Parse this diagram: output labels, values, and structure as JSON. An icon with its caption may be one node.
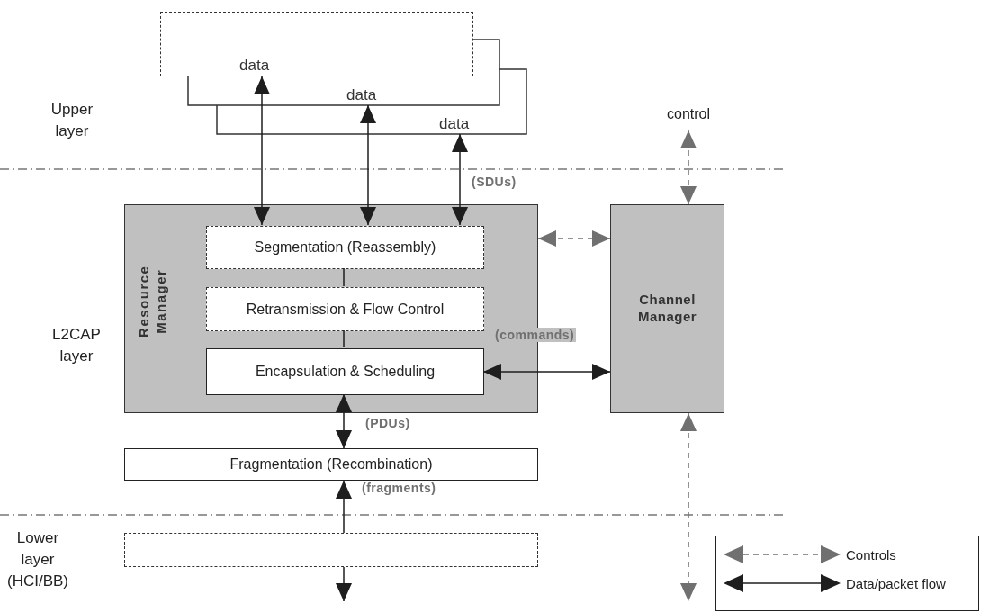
{
  "diagram": {
    "nodes": [
      {
        "text": [
          "data"
        ]
      },
      {
        "text": [
          "data"
        ]
      },
      {
        "text": [
          "data"
        ]
      },
      {
        "text": [
          "control"
        ]
      },
      {
        "text": [
          "Resource Manager"
        ]
      },
      {
        "text": [
          "Segmentation (Reassembly)"
        ],
        "in": 4
      },
      {
        "text": [
          "Retransmission & Flow Control"
        ],
        "in": 4
      },
      {
        "text": [
          "Encapsulation & Scheduling"
        ],
        "in": 4
      },
      {
        "text": [
          "Channel Manager"
        ]
      },
      {
        "text": [
          "Fragmentation (Recombination)"
        ]
      },
      {
        "text": [],
        "shape": "box"
      }
    ],
    "edges": [
      {
        "from": 0,
        "to": 5,
        "arrow": "both"
      },
      {
        "from": 1,
        "to": 5,
        "arrow": "both"
      },
      {
        "from": 2,
        "to": 5,
        "arrow": "both",
        "label": "(SDUs)"
      },
      {
        "from": 3,
        "to": 8,
        "arrow": "both",
        "style": "dashed",
        "color": "#707070"
      },
      {
        "from": 4,
        "to": 8,
        "arrow": "both",
        "style": "dashed",
        "color": "#707070"
      },
      {
        "from": 5,
        "to": 6,
        "arrow": "none"
      },
      {
        "from": 6,
        "to": 7,
        "arrow": "none"
      },
      {
        "from": 7,
        "to": 8,
        "arrow": "both",
        "label": "(commands)"
      },
      {
        "from": 7,
        "to": 9,
        "arrow": "both",
        "label": "(PDUs)"
      },
      {
        "from": 10,
        "to": 9,
        "arrow": "to",
        "label": "(fragments)"
      },
      {
        "from": 10,
        "to": null,
        "arrow": "to"
      },
      {
        "from": 8,
        "to": null,
        "arrow": "both",
        "style": "dashed",
        "color": "#707070"
      }
    ],
    "labels": [
      "Upper layer",
      "L2CAP layer",
      "Lower layer (HCI/BB)"
    ],
    "legend": [
      {
        "text": "Controls"
      },
      {
        "text": "Data/packet flow"
      }
    ]
  }
}
